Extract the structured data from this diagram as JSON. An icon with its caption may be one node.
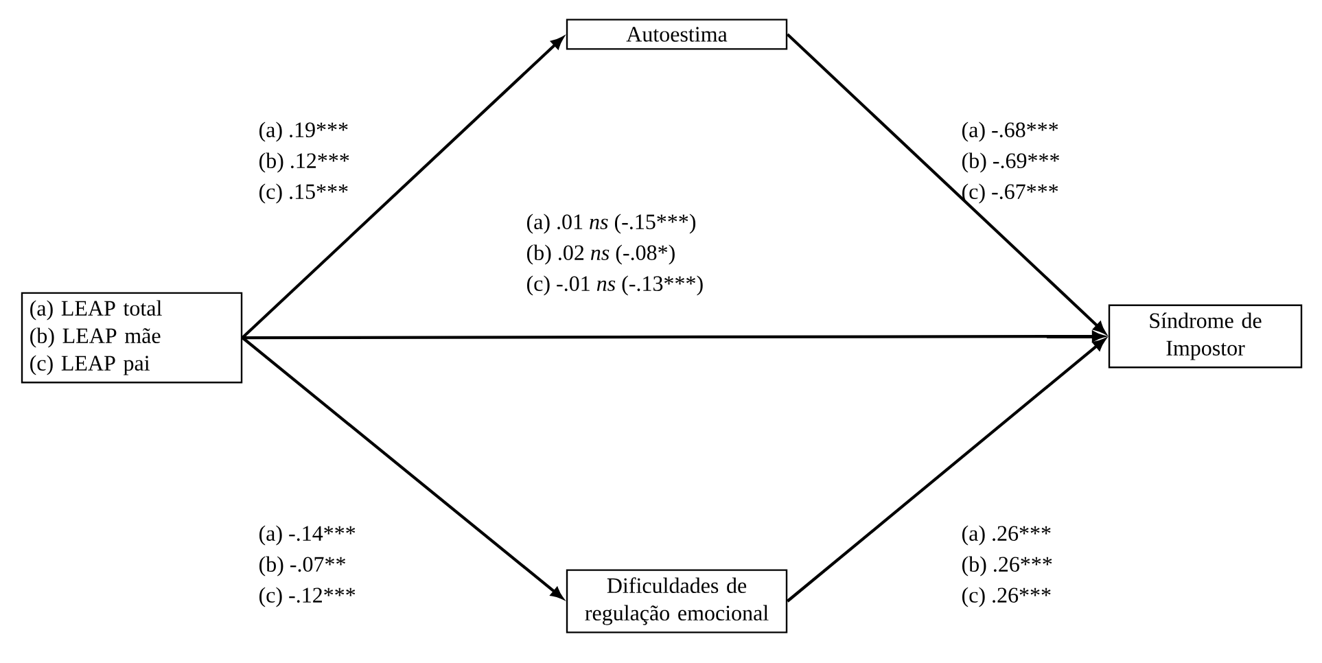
{
  "diagram": {
    "nodes": [
      {
        "text": [
          "(a) LEAP total",
          "(b) LEAP mãe",
          "(c) LEAP pai"
        ]
      },
      {
        "text": [
          "Autoestima"
        ]
      },
      {
        "text": [
          "Síndrome de Impostor"
        ]
      },
      {
        "text": [
          "Dificuldades de regulação emocional"
        ]
      }
    ],
    "edges": [
      {
        "from": 0,
        "to": 1,
        "arrow": "to"
      },
      {
        "from": 1,
        "to": 2,
        "arrow": "to"
      },
      {
        "from": 0,
        "to": 2,
        "arrow": "to"
      },
      {
        "from": 0,
        "to": 3,
        "arrow": "to"
      },
      {
        "from": 3,
        "to": 2,
        "arrow": "to"
      }
    ],
    "labels": [
      "(a) .19***",
      "(b) .12***",
      "(c) .15***",
      "(a) -.68***",
      "(b) -.69***",
      "(c) -.67***",
      "(a) .01 *ns* (-.15***)",
      "(b) .02 *ns* (-.08*)",
      "(c) -.01 *ns* (-.13***)",
      "(a) -.14***",
      "(b) -.07**",
      "(c) -.12***",
      "(a) .26***",
      "(b) .26***",
      "(c) .26***"
    ]
  }
}
